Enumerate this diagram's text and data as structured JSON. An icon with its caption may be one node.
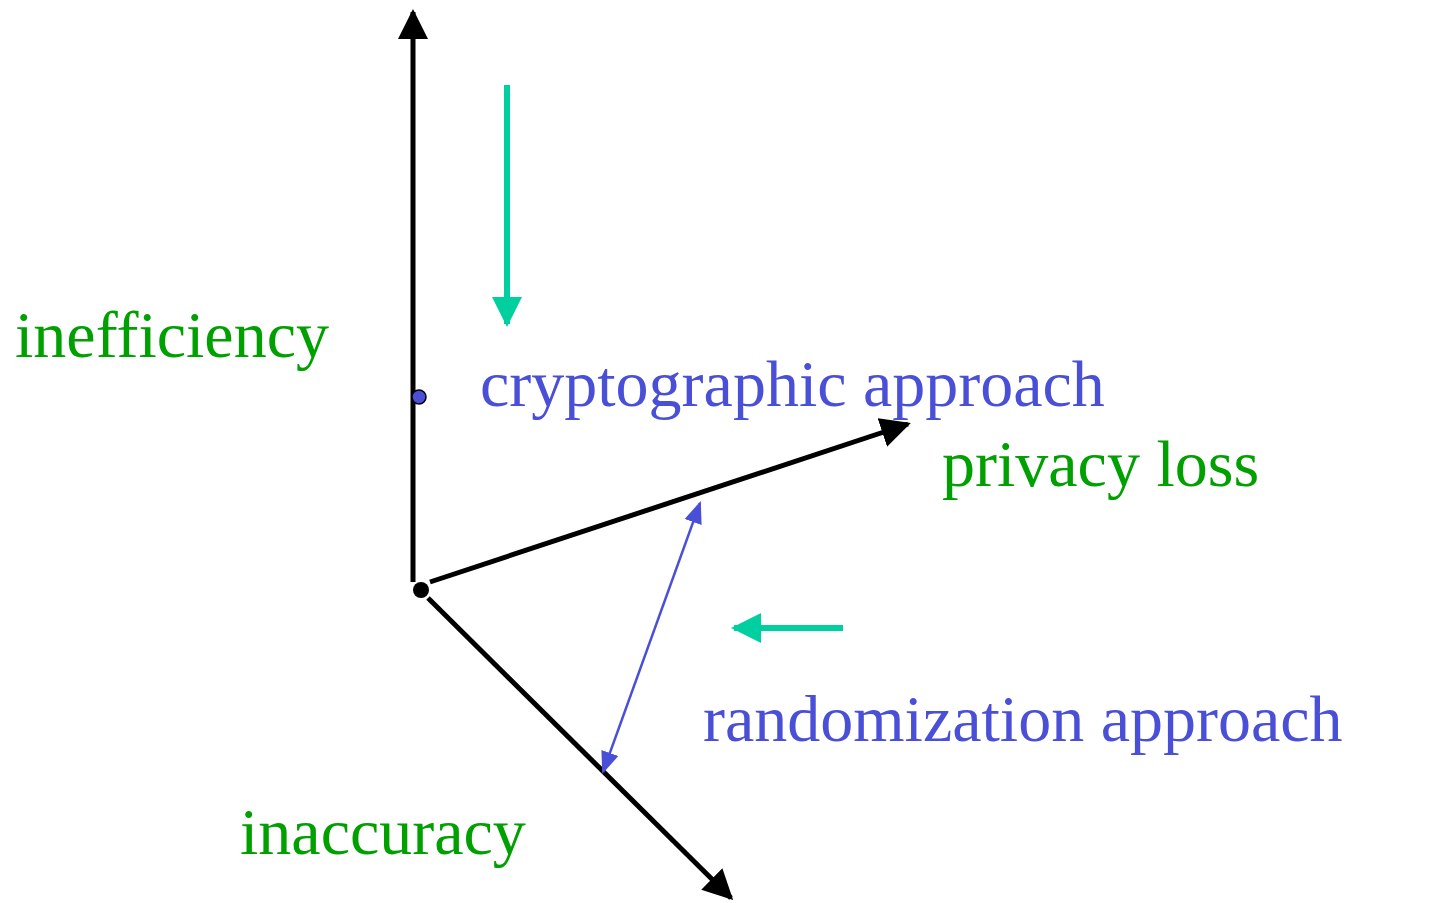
{
  "diagram": {
    "labels": [
      "inefficiency",
      "cryptographic approach",
      "privacy loss",
      "randomization approach",
      "inaccuracy"
    ]
  }
}
